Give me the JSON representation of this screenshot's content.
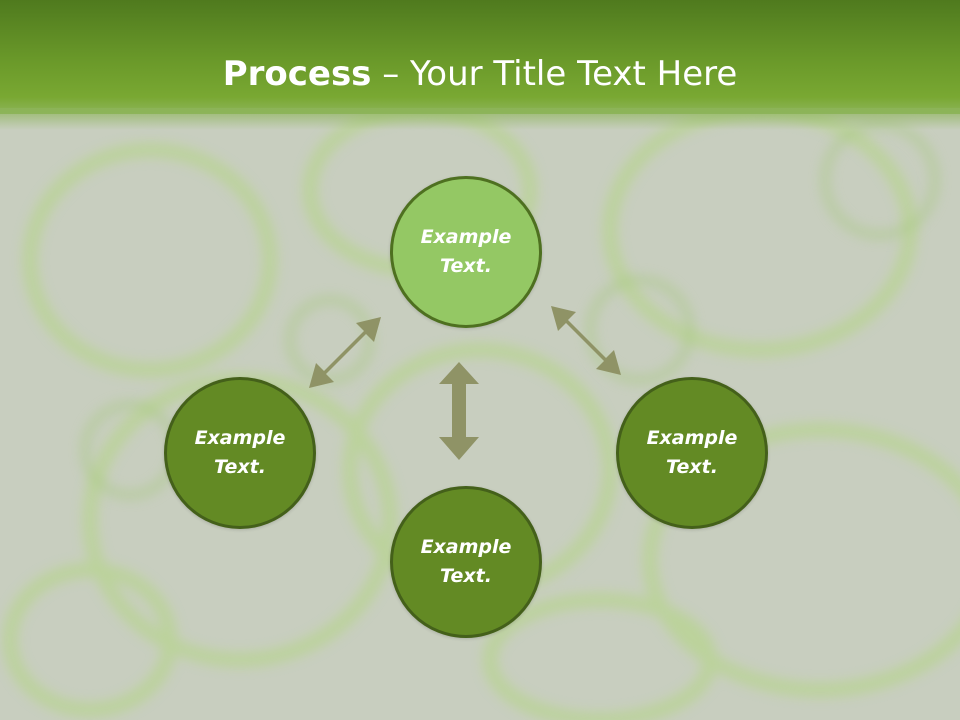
{
  "title": {
    "bold": "Process",
    "rest": " – Your Title Text Here"
  },
  "nodes": {
    "top": "Example Text.",
    "left": "Example Text.",
    "right": "Example Text.",
    "bottom": "Example Text."
  },
  "colors": {
    "header": "#6b9a2a",
    "node_dark": "#638a24",
    "node_light": "#94c864",
    "node_border": "#44601a",
    "arrow": "#8f9366",
    "background": "#c9cfc0"
  }
}
